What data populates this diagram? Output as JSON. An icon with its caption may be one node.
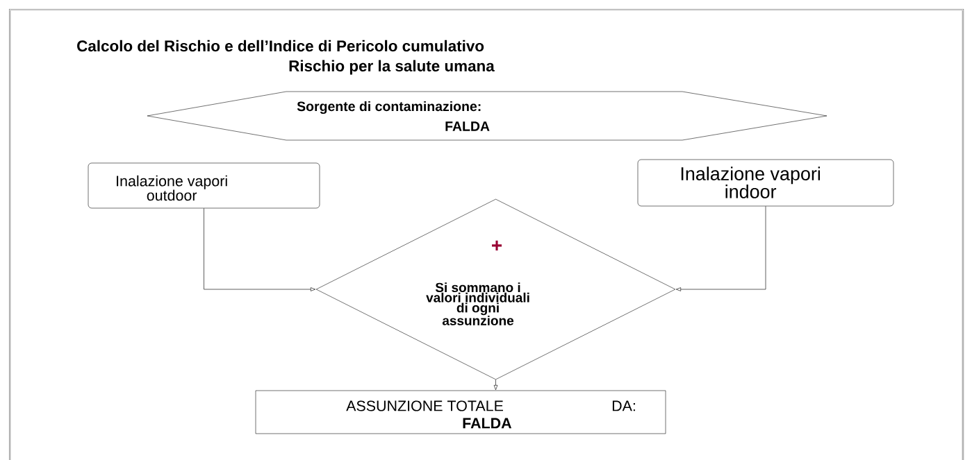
{
  "diagram": {
    "title": "Calcolo del Rischio e dell’Indice di Pericolo cumulativo",
    "labels": [
      "Rischio per la salute umana"
    ],
    "nodes": [
      {
        "text": [
          "Sorgente di contaminazione:",
          "FALDA"
        ]
      },
      {
        "text": [
          "Inalazione vapori outdoor"
        ]
      },
      {
        "text": [
          "Inalazione vapori indoor"
        ]
      },
      {
        "text": [
          "+",
          "Si sommano i valori individuali di ogni assunzione"
        ]
      },
      {
        "text": [
          "ASSUNZIONE TOTALE",
          "DA:",
          "FALDA"
        ]
      }
    ],
    "edges": [
      {
        "from": 1,
        "to": 3,
        "arrow": "to"
      },
      {
        "from": 2,
        "to": 3,
        "arrow": "to"
      },
      {
        "from": 3,
        "to": 4,
        "arrow": "to"
      }
    ]
  }
}
